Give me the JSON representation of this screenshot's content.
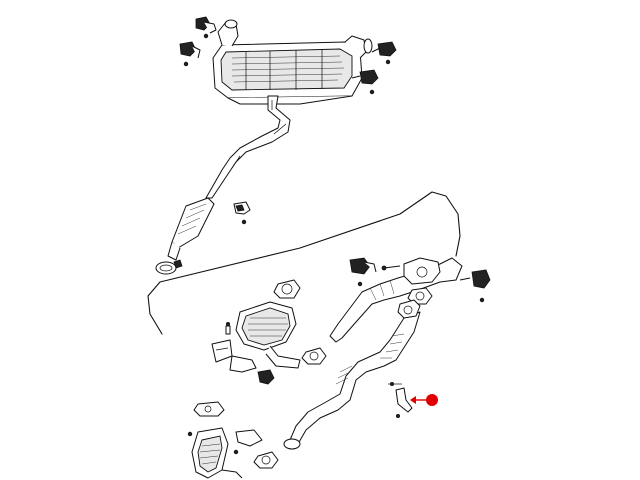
{
  "diagram": {
    "kind": "exhaust-system-parts-diagram",
    "background_color": "#ffffff",
    "line_color": "#111111",
    "callout": {
      "marker_color": "#e00000",
      "icon": "filled-circle-icon",
      "points_to": "bracket-fastener"
    },
    "parts": [
      "rear-muffler",
      "muffler-hanger",
      "intermediate-pipe",
      "resonator",
      "pipe-clamp",
      "front-pipe-y",
      "catalytic-converter-left",
      "catalytic-converter-right",
      "heat-shield",
      "gasket",
      "flange",
      "bracket",
      "bolt",
      "nut",
      "isolator"
    ]
  }
}
